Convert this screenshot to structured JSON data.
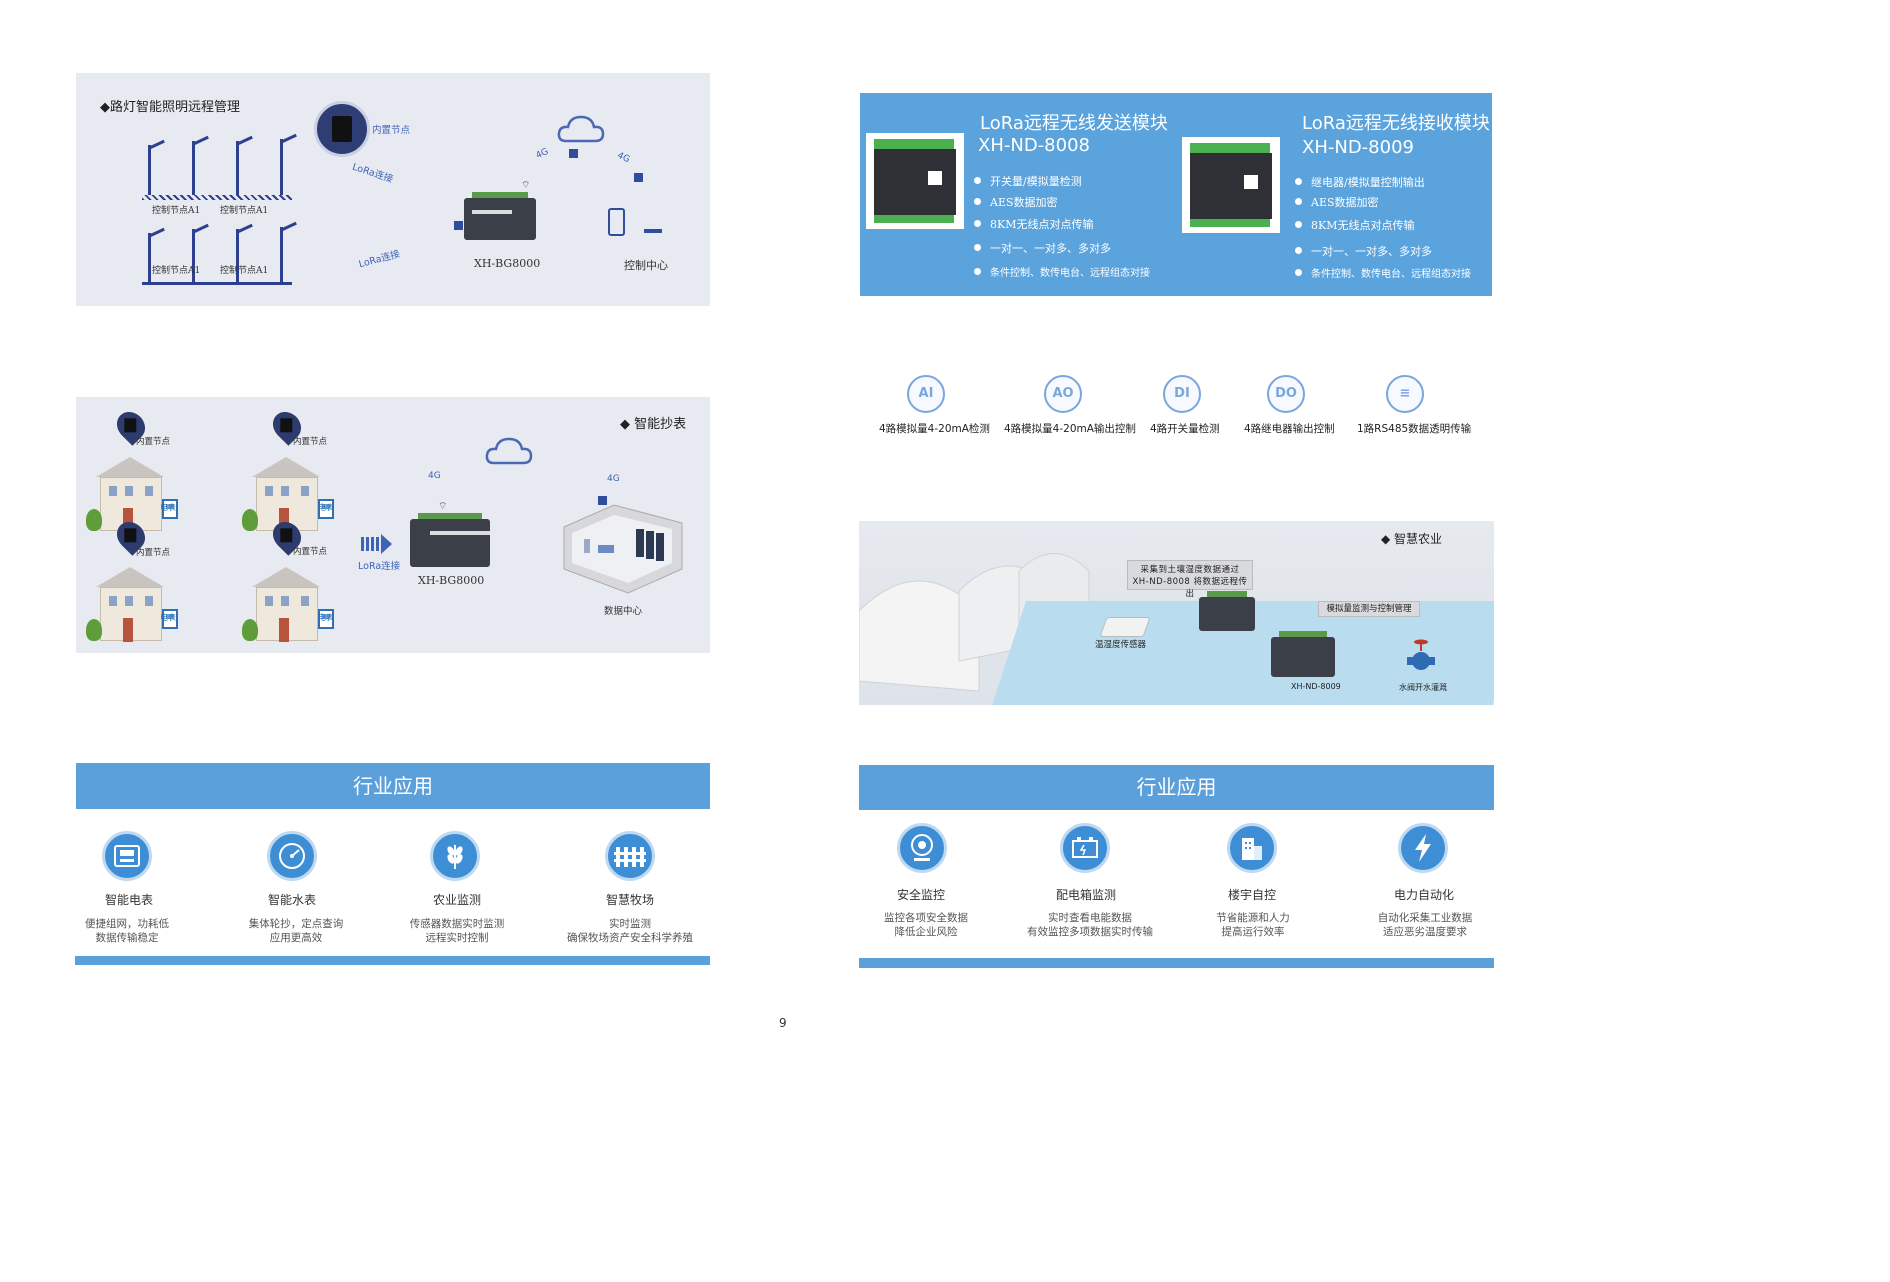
{
  "page_number": "9",
  "streetlight": {
    "title": "◆路灯智能照明远程管理",
    "builtin_node": "内置节点",
    "control_nodes": [
      "控制节点A1",
      "控制节点A1",
      "控制节点A1",
      "控制节点A1"
    ],
    "lora_link_1": "LoRa连接",
    "lora_link_2": "LoRa连接",
    "net_4g_left": "4G",
    "net_4g_right": "4G",
    "gateway": "XH-BG8000",
    "control_center": "控制中心"
  },
  "meter_reading": {
    "title": "◆ 智能抄表",
    "builtin_node": "内置节点",
    "meter": "电表",
    "lora_link": "LoRa连接",
    "net_4g_left": "4G",
    "net_4g_right": "4G",
    "gateway": "XH-BG8000",
    "data_center": "数据中心"
  },
  "modules": {
    "sender": {
      "title": "LoRa远程无线发送模块",
      "model": "XH-ND-8008",
      "bullets": [
        "开关量/模拟量检测",
        "AES数据加密",
        "8KM无线点对点传输",
        "一对一、一对多、多对多",
        "条件控制、数传电台、远程组态对接"
      ]
    },
    "receiver": {
      "title": "LoRa远程无线接收模块",
      "model": "XH-ND-8009",
      "bullets": [
        "继电器/模拟量控制输出",
        "AES数据加密",
        "8KM无线点对点传输",
        "一对一、一对多、多对多",
        "条件控制、数传电台、远程组态对接"
      ]
    }
  },
  "features": [
    {
      "icon": "AI",
      "text": "4路模拟量4-20mA检测"
    },
    {
      "icon": "AO",
      "text": "4路模拟量4-20mA输出控制"
    },
    {
      "icon": "DI",
      "text": "4路开关量检测"
    },
    {
      "icon": "DO",
      "text": "4路继电器输出控制"
    },
    {
      "icon": "≡",
      "text": "1路RS485数据透明传输"
    }
  ],
  "agriculture": {
    "title": "◆ 智慧农业",
    "callout_1": "采集到土壤湿度数据通过\nXH-ND-8008 将数据远程传出",
    "callout_2": "模拟量监测与控制管理",
    "sensor": "温湿度传感器",
    "receiver": "XH-ND-8009",
    "valve": "水阀开水灌溉"
  },
  "industry_left": {
    "title": "行业应用",
    "items": [
      {
        "icon": "meter-icon",
        "title": "智能电表",
        "desc": "便捷组网，功耗低\n数据传输稳定"
      },
      {
        "icon": "water-meter-icon",
        "title": "智能水表",
        "desc": "集体轮抄，定点查询\n应用更高效"
      },
      {
        "icon": "wheat-icon",
        "title": "农业监测",
        "desc": "传感器数据实时监测\n远程实时控制"
      },
      {
        "icon": "fence-icon",
        "title": "智慧牧场",
        "desc": "实时监测\n确保牧场资产安全科学养殖"
      }
    ]
  },
  "industry_right": {
    "title": "行业应用",
    "items": [
      {
        "icon": "camera-icon",
        "title": "安全监控",
        "desc": "监控各项安全数据\n降低企业风险"
      },
      {
        "icon": "battery-icon",
        "title": "配电箱监测",
        "desc": "实时查看电能数据\n有效监控多项数据实时传输"
      },
      {
        "icon": "building-icon",
        "title": "楼宇自控",
        "desc": "节省能源和人力\n提高运行效率"
      },
      {
        "icon": "lightning-icon",
        "title": "电力自动化",
        "desc": "自动化采集工业数据\n适应恶劣温度要求"
      }
    ]
  }
}
